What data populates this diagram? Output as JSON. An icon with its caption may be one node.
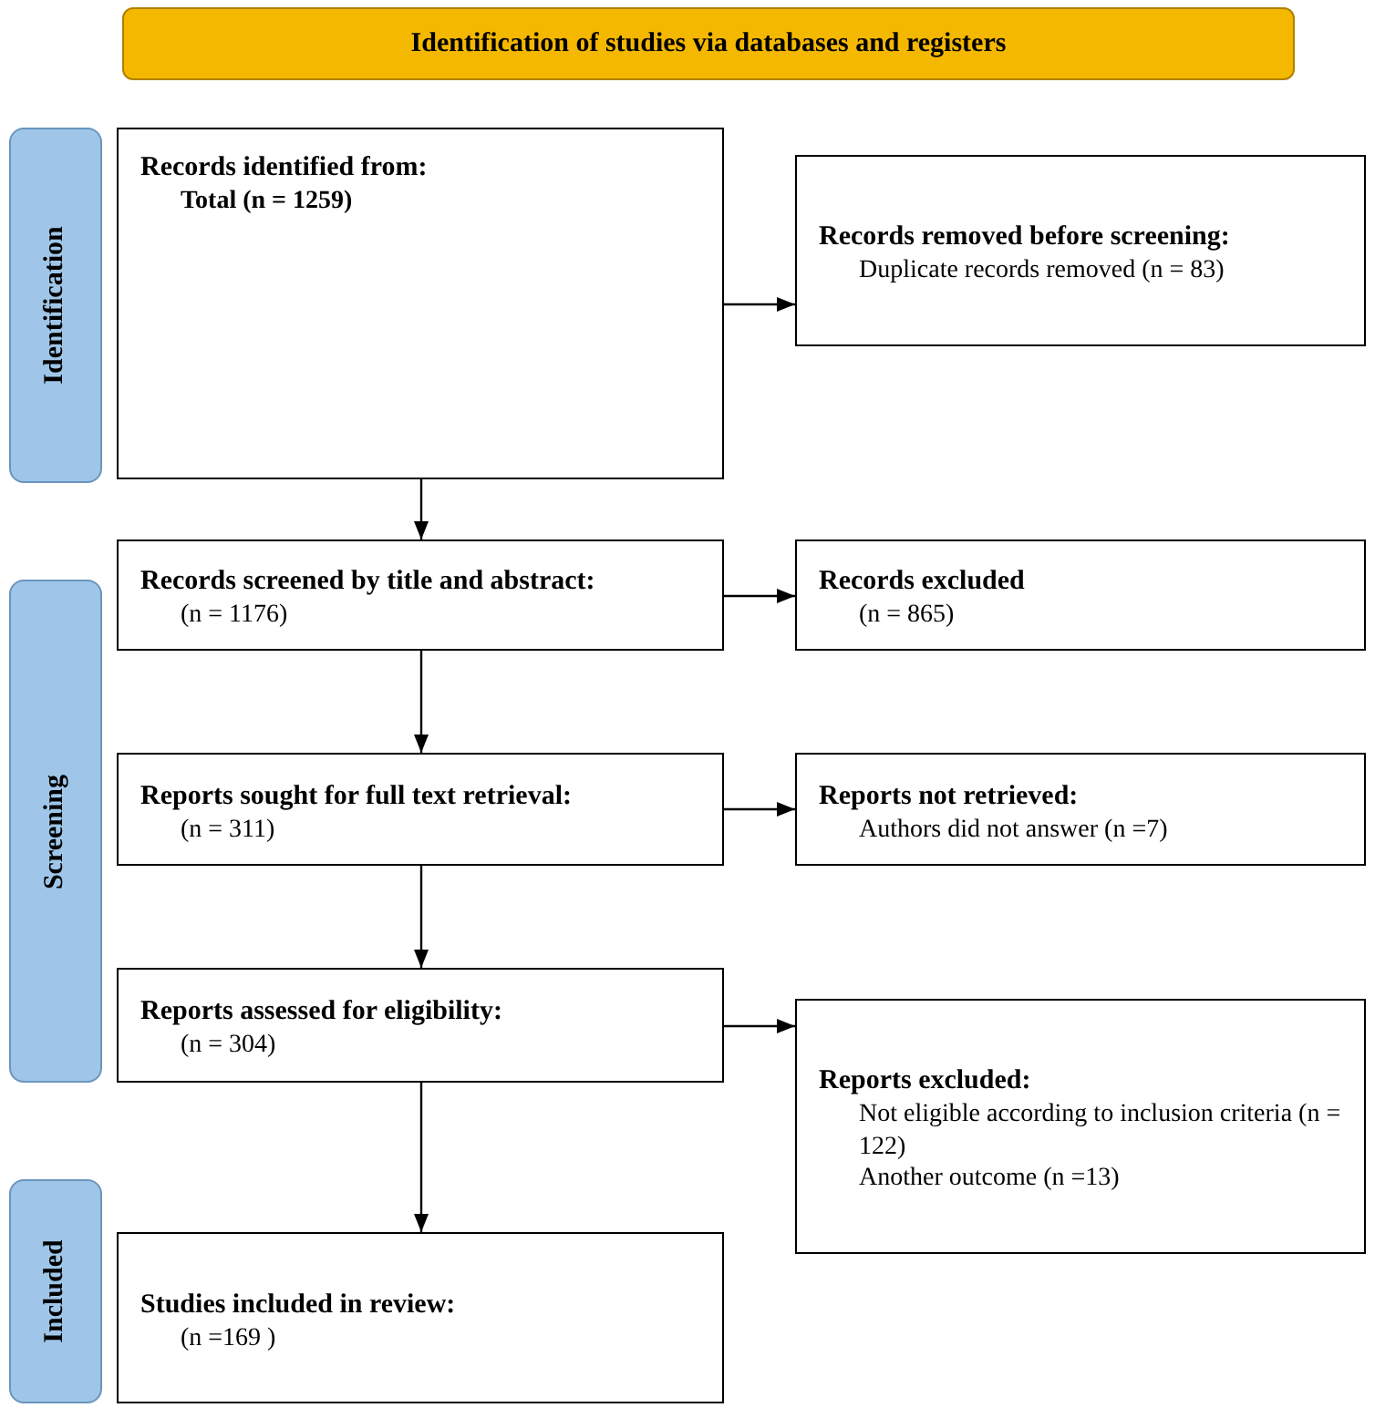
{
  "diagram": {
    "nodes": [
      {
        "text": [
          "Identification of studies via databases and registers"
        ]
      },
      {
        "text": [
          "Identification"
        ]
      },
      {
        "text": [
          "Screening"
        ]
      },
      {
        "text": [
          "Included"
        ]
      },
      {
        "text": [
          "Records identified from:",
          "**Total (n = 1259)**"
        ]
      },
      {
        "text": [
          "Records removed before screening:",
          "Duplicate records removed (n = 83)"
        ]
      },
      {
        "text": [
          "Records screened by title and abstract:",
          "(n = 1176)"
        ]
      },
      {
        "text": [
          "Records excluded",
          "(n = 865)"
        ]
      },
      {
        "text": [
          "Reports sought for full text retrieval:",
          "(n = 311)"
        ]
      },
      {
        "text": [
          "Reports not retrieved:",
          "Authors did not answer (n =7)"
        ]
      },
      {
        "text": [
          "Reports assessed for eligibility:",
          "(n = 304)"
        ]
      },
      {
        "text": [
          "Reports excluded:",
          "Not eligible according to inclusion criteria (n = 122)",
          "Another outcome (n =13)"
        ]
      },
      {
        "text": [
          "Studies included in review:",
          "(n =169 )"
        ]
      }
    ],
    "edges": [
      {
        "from": 4,
        "to": 5,
        "arrow": "to"
      },
      {
        "from": 4,
        "to": 6,
        "arrow": "to"
      },
      {
        "from": 6,
        "to": 7,
        "arrow": "to"
      },
      {
        "from": 6,
        "to": 8,
        "arrow": "to"
      },
      {
        "from": 8,
        "to": 9,
        "arrow": "to"
      },
      {
        "from": 8,
        "to": 10,
        "arrow": "to"
      },
      {
        "from": 10,
        "to": 11,
        "arrow": "to"
      },
      {
        "from": 10,
        "to": 12,
        "arrow": "to"
      }
    ]
  }
}
